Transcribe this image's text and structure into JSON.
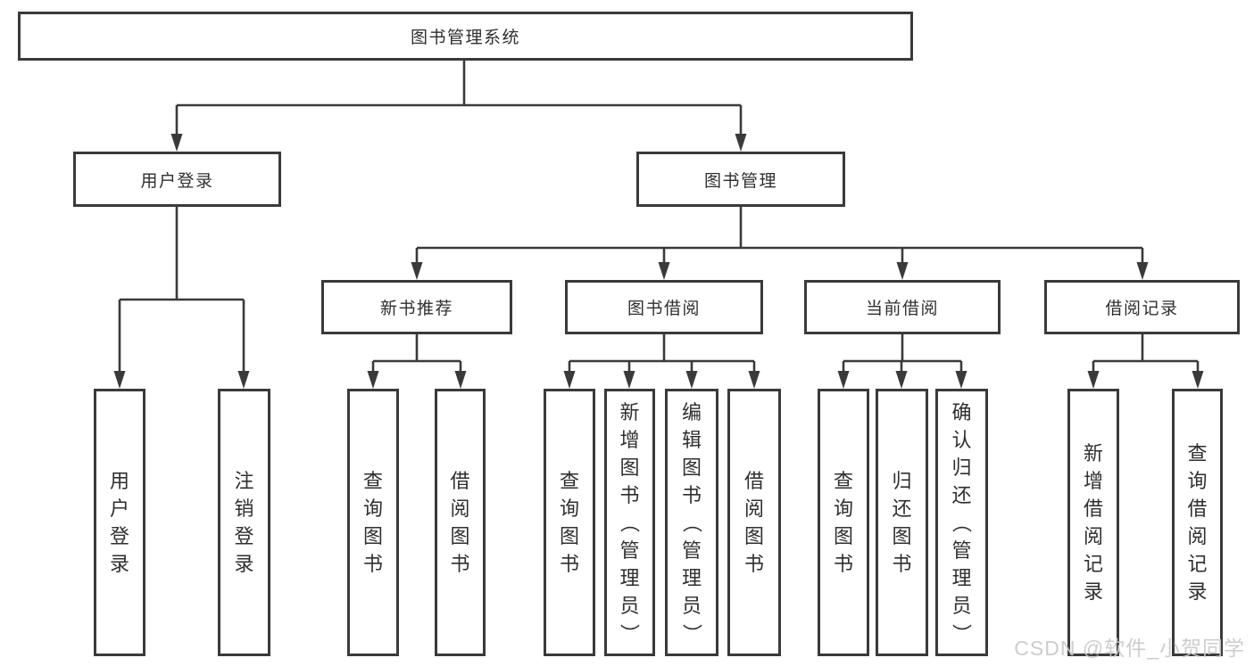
{
  "diagram": {
    "root": {
      "label": "图书管理系统",
      "children": [
        {
          "label": "用户登录",
          "children": [
            {
              "label": "用户登录"
            },
            {
              "label": "注销登录"
            }
          ]
        },
        {
          "label": "图书管理",
          "children": [
            {
              "label": "新书推荐",
              "children": [
                {
                  "label": "查询图书"
                },
                {
                  "label": "借阅图书"
                }
              ]
            },
            {
              "label": "图书借阅",
              "children": [
                {
                  "label": "查询图书"
                },
                {
                  "label": "新增图书（管理员）"
                },
                {
                  "label": "编辑图书（管理员）"
                },
                {
                  "label": "借阅图书"
                }
              ]
            },
            {
              "label": "当前借阅",
              "children": [
                {
                  "label": "查询图书"
                },
                {
                  "label": "归还图书"
                },
                {
                  "label": "确认归还（管理员）"
                }
              ]
            },
            {
              "label": "借阅记录",
              "children": [
                {
                  "label": "新增借阅记录"
                },
                {
                  "label": "查询借阅记录"
                }
              ]
            }
          ]
        }
      ]
    }
  },
  "watermark": "CSDN @软件_小贺同学",
  "colors": {
    "line": "#3a3a3a",
    "text": "#2f2f2f",
    "background": "#ffffff",
    "watermark": "#c9c9c9"
  }
}
